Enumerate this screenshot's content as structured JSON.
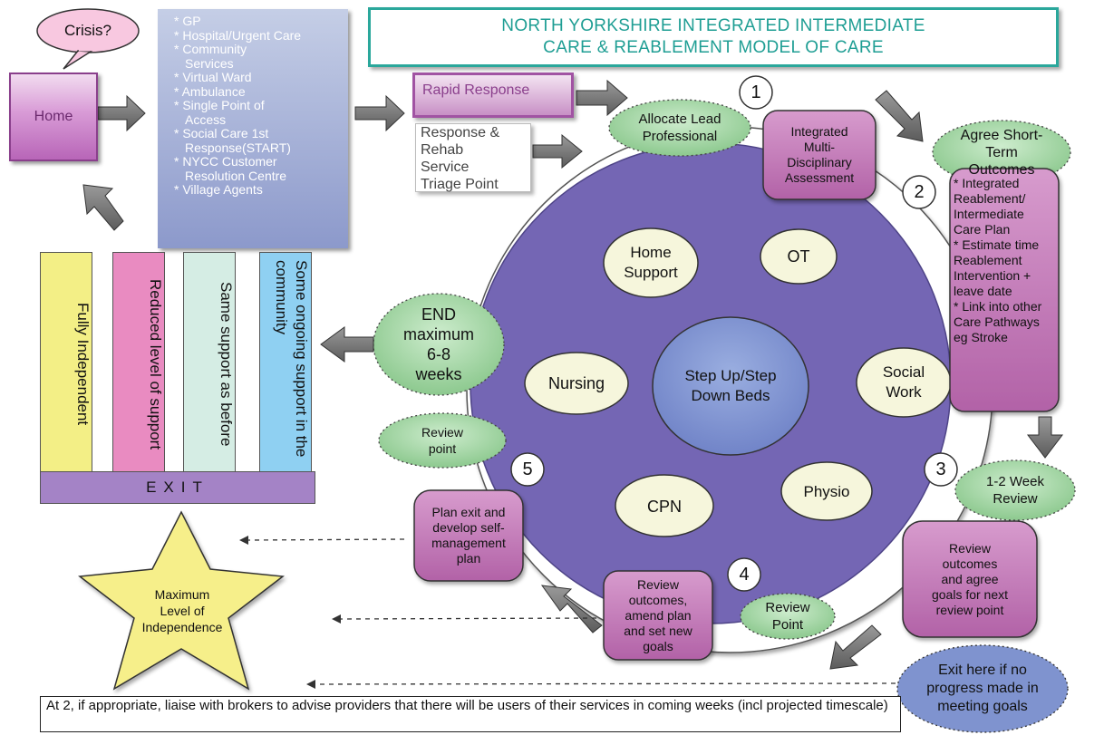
{
  "title": {
    "line1": "NORTH YORKSHIRE INTEGRATED INTERMEDIATE",
    "line2": "CARE & REABLEMENT MODEL OF CARE"
  },
  "crisis": "Crisis?",
  "home": "Home",
  "referral_sources": [
    "GP",
    "Hospital/Urgent Care",
    "Community Services",
    "Virtual Ward",
    "Ambulance",
    "Single Point of Access",
    "Social Care 1st Response(START)",
    "NYCC Customer Resolution Centre",
    "Village Agents"
  ],
  "rapid_response": "Rapid Response",
  "triage": {
    "l1": "Response &",
    "l2": "Rehab",
    "l3": "Service",
    "l4": "Triage Point"
  },
  "allocate": {
    "l1": "Allocate Lead",
    "l2": "Professional"
  },
  "assessment": {
    "l1": "Integrated",
    "l2": "Multi-",
    "l3": "Disciplinary",
    "l4": "Assessment"
  },
  "agree": {
    "l1": "Agree Short-",
    "l2": "Term",
    "l3": "Outcomes"
  },
  "care_plan": [
    "* Integrated",
    "Reablement/",
    "Intermediate",
    "Care Plan",
    "* Estimate time",
    "Reablement",
    "Intervention +",
    "leave date",
    "* Link into other",
    "Care Pathways",
    "eg Stroke"
  ],
  "numbers": [
    "1",
    "2",
    "3",
    "4",
    "5"
  ],
  "week_review": {
    "l1": "1-2 Week",
    "l2": "Review"
  },
  "review_outcomes_3": {
    "l1": "Review",
    "l2": "outcomes",
    "l3": "and agree",
    "l4": "goals for next",
    "l5": "review point"
  },
  "exit_here": {
    "l1": "Exit here if no",
    "l2": "progress made in",
    "l3": "meeting goals"
  },
  "review_point_4": {
    "l1": "Review",
    "l2": "Point"
  },
  "review_amend": {
    "l1": "Review",
    "l2": "outcomes,",
    "l3": "amend plan",
    "l4": "and set new",
    "l5": "goals"
  },
  "plan_exit": {
    "l1": "Plan exit and",
    "l2": "develop self-",
    "l3": "management",
    "l4": "plan"
  },
  "review_point_5": {
    "l1": "Review",
    "l2": "point"
  },
  "end": {
    "l1": "END",
    "l2": "maximum",
    "l3": "6-8",
    "l4": "weeks"
  },
  "services": {
    "home_support_l1": "Home",
    "home_support_l2": "Support",
    "ot": "OT",
    "nursing": "Nursing",
    "social_l1": "Social",
    "social_l2": "Work",
    "physio": "Physio",
    "cpn": "CPN",
    "centre_l1": "Step Up/Step",
    "centre_l2": "Down Beds"
  },
  "outcomes": [
    "Fully Independent",
    "Reduced level of support",
    "Same support as before",
    "Some ongoing support in the community"
  ],
  "exit_label": "EXIT",
  "star": {
    "l1": "Maximum",
    "l2": "Level of",
    "l3": "Independence"
  },
  "footer": "At 2, if appropriate, liaise with brokers to advise providers that there will be users of their services in coming weeks (incl projected timescale)",
  "colors": {
    "title": "#2aa79b",
    "circle": "#7466b4",
    "center": "#7f93cf",
    "service_oval": "#f6f6dc",
    "green_oval": "#a9d8a9",
    "purple_box": "#c174b6",
    "star": "#f6ef8a",
    "outcome_yellow": "#f3ef86",
    "outcome_pink": "#e98bc1",
    "outcome_mint": "#d5ede4",
    "outcome_blue": "#8fd0f2",
    "exit_bar": "#a483c6"
  }
}
